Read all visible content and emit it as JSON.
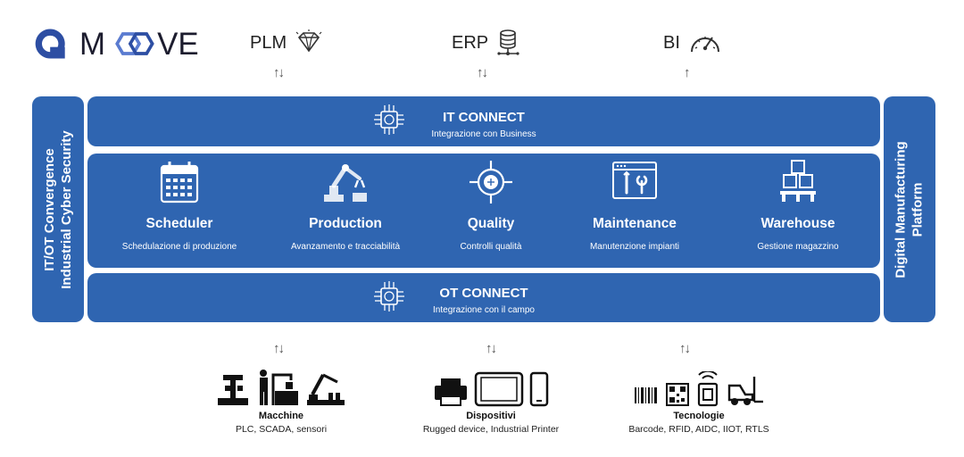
{
  "logo": {
    "text": "M  VE"
  },
  "top_systems": [
    {
      "label": "PLM",
      "icon": "diamond-icon",
      "arrows": "↑↓"
    },
    {
      "label": "ERP",
      "icon": "database-icon",
      "arrows": "↑↓"
    },
    {
      "label": "BI",
      "icon": "gauge-icon",
      "arrows": "↑"
    }
  ],
  "left_panel": {
    "line1": "IT/OT Convergence",
    "line2": "Industrial Cyber Security"
  },
  "right_panel": {
    "line1": "Digital Manufacturing",
    "line2": "Platform"
  },
  "it_connect": {
    "title": "IT CONNECT",
    "subtitle": "Integrazione con Business"
  },
  "ot_connect": {
    "title": "OT CONNECT",
    "subtitle": "Integrazione con il campo"
  },
  "modules": [
    {
      "title": "Scheduler",
      "subtitle": "Schedulazione di produzione",
      "icon": "calendar-icon"
    },
    {
      "title": "Production",
      "subtitle": "Avanzamento e tracciabilità",
      "icon": "robot-arm-icon"
    },
    {
      "title": "Quality",
      "subtitle": "Controlli qualità",
      "icon": "target-icon"
    },
    {
      "title": "Maintenance",
      "subtitle": "Manutenzione impianti",
      "icon": "tools-icon"
    },
    {
      "title": "Warehouse",
      "subtitle": "Gestione magazzino",
      "icon": "boxes-icon"
    }
  ],
  "bottom_arrows": [
    "↑↓",
    "↑↓",
    "↑↓"
  ],
  "bottom_groups": [
    {
      "title": "Macchine",
      "subtitle": "PLC, SCADA, sensori"
    },
    {
      "title": "Dispositivi",
      "subtitle": "Rugged device, Industrial Printer"
    },
    {
      "title": "Tecnologie",
      "subtitle": "Barcode, RFID, AIDC, IIOT, RTLS"
    }
  ],
  "colors": {
    "primary_blue": "#2f65b1",
    "logo_dark": "#1c1c2e",
    "logo_blue": "#2d4ea3"
  }
}
